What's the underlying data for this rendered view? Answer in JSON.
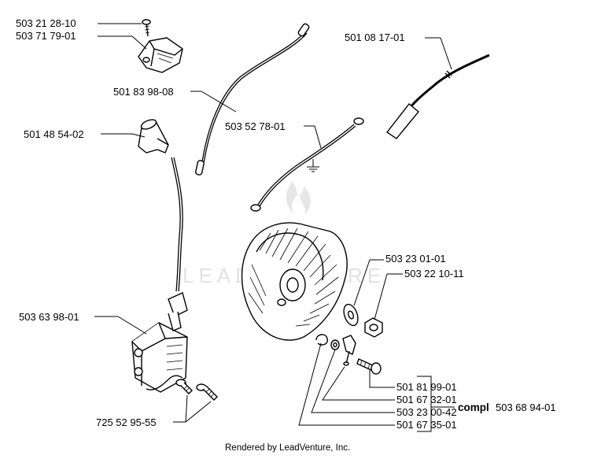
{
  "labels": {
    "p1": "503 21 28-10",
    "p2": "503 71 79-01",
    "p3": "501 83 98-08",
    "p4": "501 08 17-01",
    "p5": "501 48 54-02",
    "p6": "503 52 78-01",
    "p7": "503 23 01-01",
    "p8": "503 22 10-11",
    "p9": "503 63 98-01",
    "p10": "501 81 99-01",
    "p11": "501 67 32-01",
    "p12": "503 23 00-42",
    "p13": "501 67 35-01",
    "p14": "725 52 95-55",
    "compl_prefix": "compl",
    "compl_number": "503 68 94-01"
  },
  "watermark": "LEADVENTURE",
  "footer": "Rendered by LeadVenture, Inc."
}
